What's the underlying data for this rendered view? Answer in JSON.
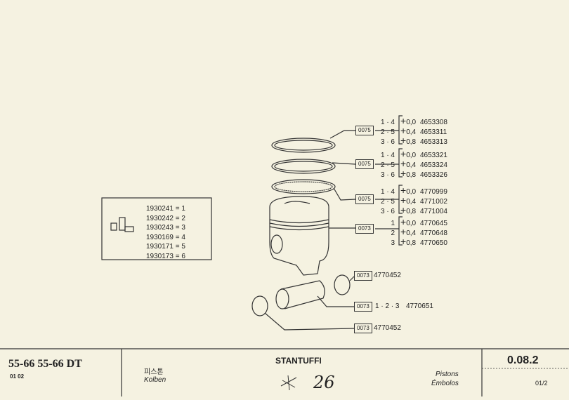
{
  "rings": [
    {
      "code": "0075",
      "rows": [
        {
          "sel": "1 · 4",
          "tol": "0,0",
          "part": "4653308"
        },
        {
          "sel": "2 · 5",
          "tol": "0,4",
          "part": "4653311"
        },
        {
          "sel": "3 · 6",
          "tol": "0,8",
          "part": "4653313"
        }
      ]
    },
    {
      "code": "0075",
      "rows": [
        {
          "sel": "1 · 4",
          "tol": "0,0",
          "part": "4653321"
        },
        {
          "sel": "2 · 5",
          "tol": "0,4",
          "part": "4653324"
        },
        {
          "sel": "3 · 6",
          "tol": "0,8",
          "part": "4653326"
        }
      ]
    },
    {
      "code": "0075",
      "rows": [
        {
          "sel": "1 · 4",
          "tol": "0,0",
          "part": "4770999"
        },
        {
          "sel": "2 · 5",
          "tol": "0,4",
          "part": "4771002"
        },
        {
          "sel": "3 · 6",
          "tol": "0,8",
          "part": "4771004"
        }
      ]
    },
    {
      "code": "0073",
      "rows": [
        {
          "sel": "1",
          "tol": "0,0",
          "part": "4770645"
        },
        {
          "sel": "2",
          "tol": "0,4",
          "part": "4770648"
        },
        {
          "sel": "3",
          "tol": "0,8",
          "part": "4770650"
        }
      ]
    }
  ],
  "circlip_top": {
    "code": "0073",
    "part": "4770452"
  },
  "pin": {
    "code": "0073",
    "sel": "1 · 2 · 3",
    "part": "4770651"
  },
  "circlip_bottom": {
    "code": "0073",
    "part": "4770452"
  },
  "legend": [
    {
      "part": "1930241",
      "eq": "= 1"
    },
    {
      "part": "1930242",
      "eq": "= 2"
    },
    {
      "part": "1930243",
      "eq": "= 3"
    },
    {
      "part": "1930169",
      "eq": "= 4"
    },
    {
      "part": "1930171",
      "eq": "= 5"
    },
    {
      "part": "1930173",
      "eq": "= 6"
    }
  ],
  "footer": {
    "model": "55-66  55-66 DT",
    "model_sub": "01  02",
    "korean": "피스톤",
    "german": "Kolben",
    "title": "STANTUFFI",
    "handwritten": "26",
    "english": "Pistons",
    "spanish": "Émbolos",
    "page": "0.08.2",
    "sheet": "01/2"
  }
}
